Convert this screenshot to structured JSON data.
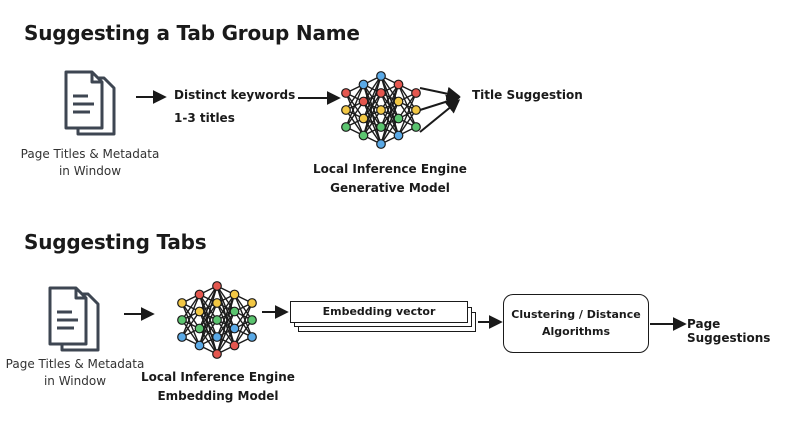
{
  "section1": {
    "title": "Suggesting a Tab Group Name",
    "input_label_line1": "Page Titles & Metadata",
    "input_label_line2": "in Window",
    "keywords_line1": "Distinct keywords",
    "keywords_line2": "1-3 titles",
    "engine_line1": "Local Inference Engine",
    "engine_line2": "Generative Model",
    "output": "Title Suggestion"
  },
  "section2": {
    "title": "Suggesting Tabs",
    "input_label_line1": "Page Titles & Metadata",
    "input_label_line2": "in Window",
    "engine_line1": "Local Inference Engine",
    "engine_line2": "Embedding Model",
    "embedding": "Embedding vector",
    "cluster_line1": "Clustering / Distance",
    "cluster_line2": "Algorithms",
    "output": "Page Suggestions"
  },
  "colors": {
    "node_red": "#e4574f",
    "node_yellow": "#f2c744",
    "node_green": "#5bc46f",
    "node_blue": "#5aa9e6",
    "ink": "#1a1a1a",
    "doc": "#3e4652"
  },
  "icons": [
    "document-icon",
    "neural-network-icon",
    "arrow-icon"
  ]
}
